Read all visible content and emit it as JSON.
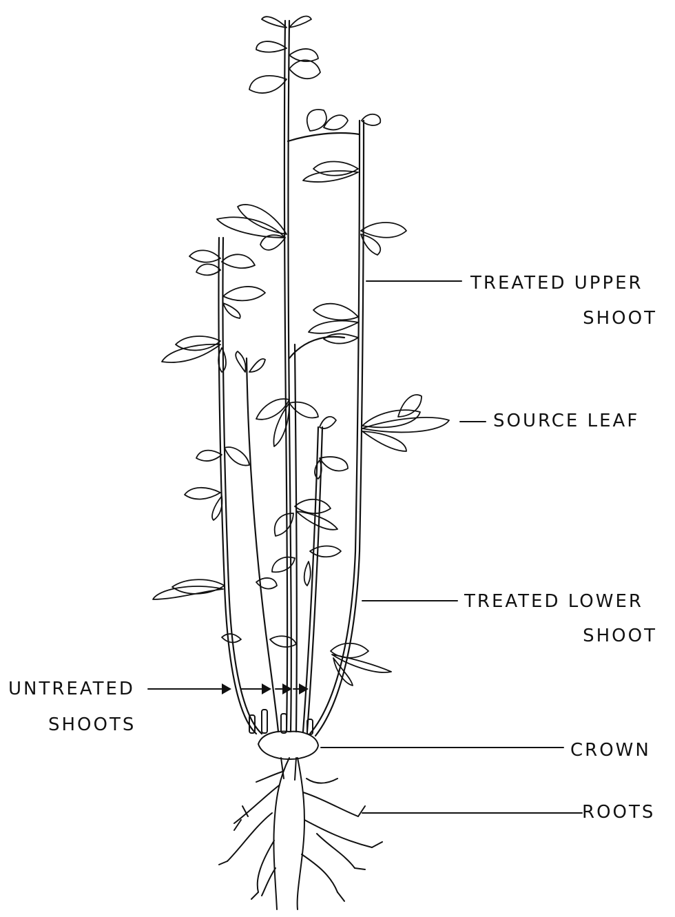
{
  "diagram": {
    "labels": {
      "treated_upper_shoot": [
        "TREATED UPPER",
        "SHOOT"
      ],
      "source_leaf": "SOURCE LEAF",
      "treated_lower_shoot": [
        "TREATED LOWER",
        "SHOOT"
      ],
      "untreated_shoots": [
        "UNTREATED",
        "SHOOTS"
      ],
      "crown": "CROWN",
      "roots": "ROOTS"
    },
    "colors": {
      "ink": "#111111",
      "background": "#ffffff"
    }
  }
}
